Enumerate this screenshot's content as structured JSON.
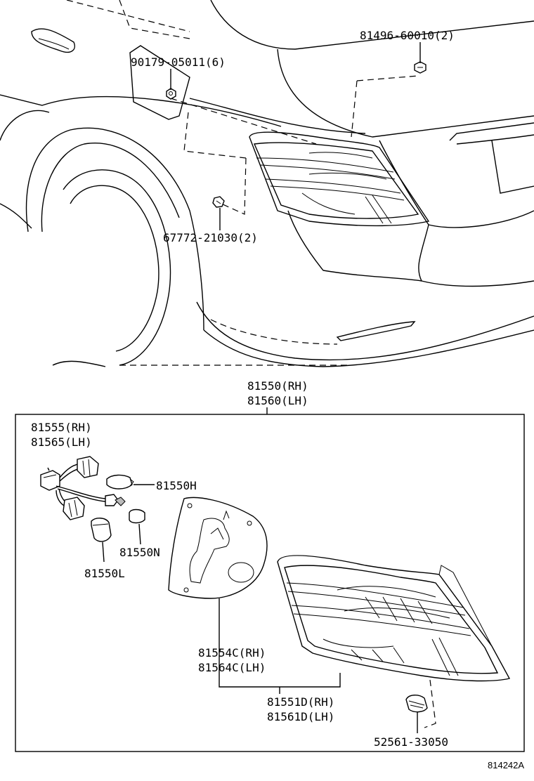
{
  "labels": {
    "p81496": "81496-60010(2)",
    "p90179": "90179-05011(6)",
    "p67772": "67772-21030(2)",
    "p81550": "81550(RH)",
    "p81560": "81560(LH)",
    "p81555": "81555(RH)",
    "p81565": "81565(LH)",
    "p81550h": "81550H",
    "p81550n": "81550N",
    "p81550l": "81550L",
    "p81554c": "81554C(RH)",
    "p81564c": "81564C(LH)",
    "p81551d": "81551D(RH)",
    "p81561d": "81561D(LH)",
    "p52561": "52561-33050",
    "code": "814242A"
  }
}
